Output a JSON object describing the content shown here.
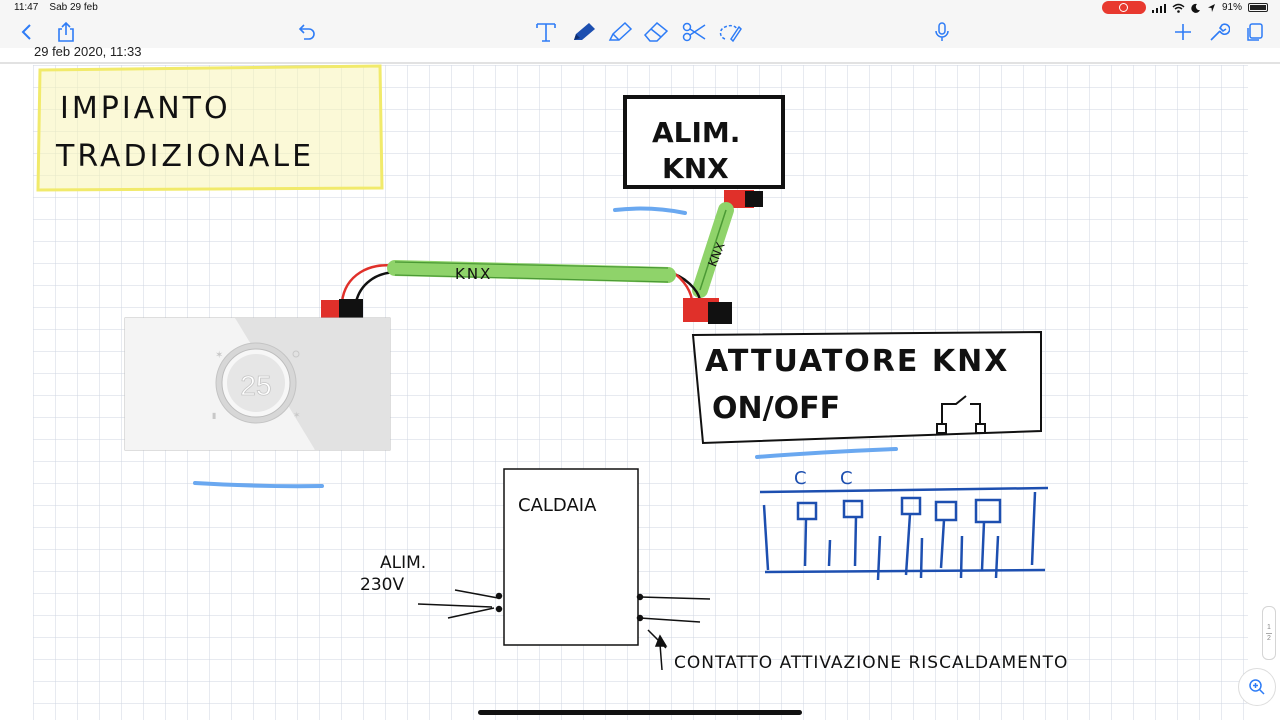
{
  "status_bar": {
    "time": "11:47",
    "date": "Sab 29 feb",
    "battery": "91%",
    "battery_level": 0.91
  },
  "toolbar": {
    "icons": [
      "back-icon",
      "share-icon",
      "undo-icon",
      "text-tool-icon",
      "pen-icon",
      "highlighter-icon",
      "eraser-icon",
      "scissors-icon",
      "lasso-icon",
      "microphone-icon",
      "add-icon",
      "settings-icon",
      "pages-icon"
    ]
  },
  "note": {
    "date": "29 feb 2020, 11:33",
    "title_line1": "IMPIANTO",
    "title_line2": "TRADIZIONALE",
    "alim_knx_line1": "ALIM.",
    "alim_knx_line2": "KNX",
    "bus_label": "KNX",
    "bus_label_2": "KNX",
    "thermostat_display": "25",
    "attuatore_line1": "ATTUATORE KNX",
    "attuatore_line2": "ON/OFF",
    "caldaia": "CALDAIA",
    "alim230_line1": "ALIM.",
    "alim230_line2": "230V",
    "terminal_c1": "C",
    "terminal_c2": "C",
    "contatto": "CONTATTO ATTIVAZIONE RISCALDAMENTO"
  },
  "page_indicator": {
    "current": "1",
    "total": "2"
  },
  "colors": {
    "grid": "#cfd6e2",
    "highlight_yellow": "#f4f08a",
    "bus_green": "#8fd36a",
    "wire_red": "#e0302a",
    "ink_blue": "#1d4fb0",
    "accent_blue": "#2e7cf6"
  }
}
